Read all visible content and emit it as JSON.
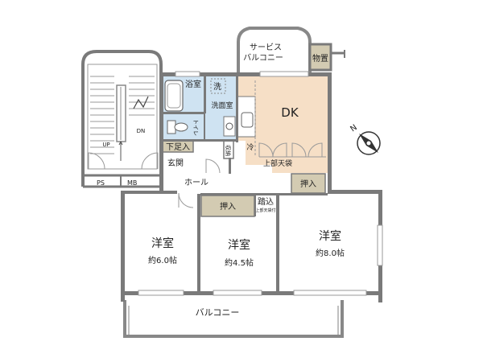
{
  "rooms": {
    "dk": "DK",
    "western_left": {
      "name": "洋室",
      "size": "約6.0帖"
    },
    "western_mid": {
      "name": "洋室",
      "size": "約4.5帖"
    },
    "western_right": {
      "name": "洋室",
      "size": "約8.0帖"
    },
    "bathroom": "浴室",
    "washroom": "洗面室",
    "washer": "洗",
    "toilet": "トイレ",
    "shoe_storage": "下足入",
    "entrance": "玄関",
    "hall": "ホール",
    "upper_cabinet": "上部天袋",
    "storage": "収納",
    "fridge": "冷",
    "closet_left": "押入",
    "closet_right": "押入",
    "step_in": "踏込",
    "step_in_note": "上部天袋付",
    "storeroom": "物置",
    "service_balcony": [
      "サービス",
      "バルコニー"
    ],
    "balcony": "バルコニー",
    "ps": "PS",
    "mb": "MB"
  },
  "stairs": {
    "up": "UP",
    "down": "DN"
  },
  "compass": {
    "north": "N"
  },
  "colors": {
    "wet_area": "#cfe3f2",
    "floor_dk": "#f6dfc6",
    "storage": "#d3cbb2",
    "wall": "#7a7a7a"
  }
}
